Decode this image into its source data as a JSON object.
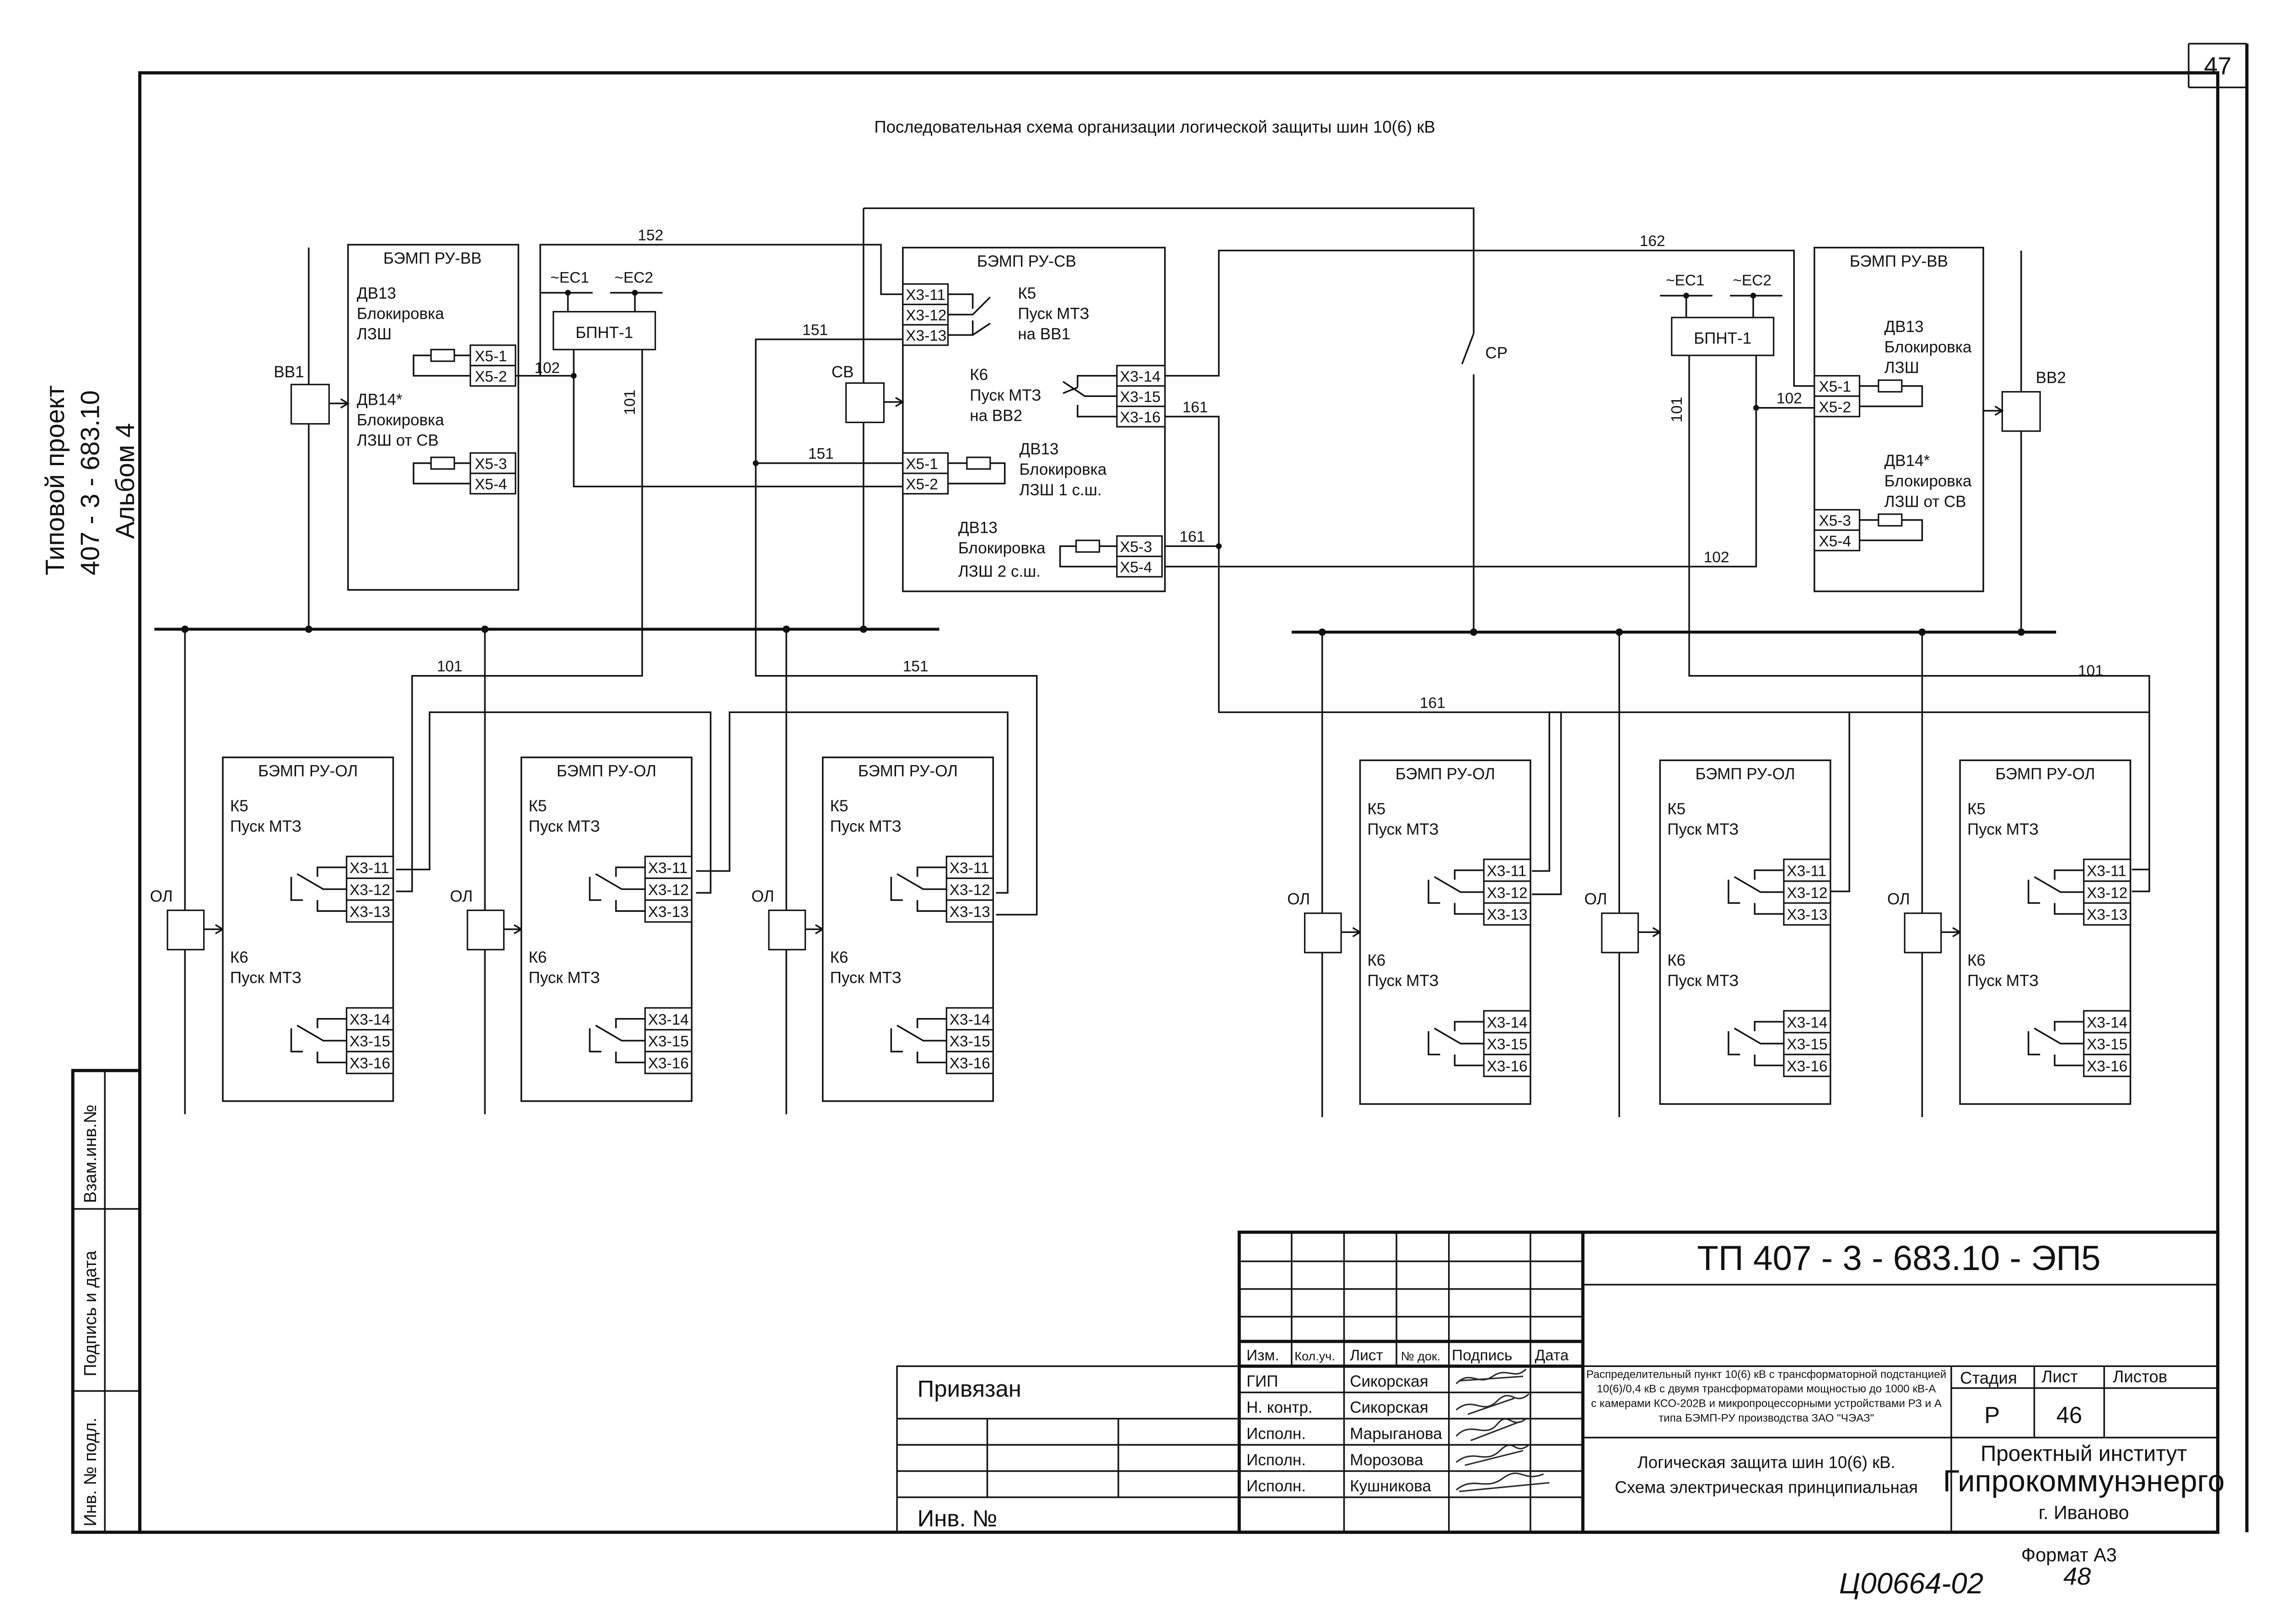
{
  "sheet_number": "47",
  "diagram_title": "Последовательная схема организации логической защиты шин 10(6) кВ",
  "side_stamp": {
    "line1": "Типовой проект",
    "line2": "407 - 3 - 683.10",
    "line3": "Альбом  4"
  },
  "vert_boxes": [
    "Взам.инв.№",
    "Подпись и дата",
    "Инв. № подл."
  ],
  "ru_vv": {
    "title": "БЭМП РУ-ВВ",
    "dv13": [
      "ДВ13",
      "Блокировка",
      "ЛЗШ"
    ],
    "dv14": [
      "ДВ14*",
      "Блокировка",
      "ЛЗШ от СВ"
    ],
    "terms": [
      "X5-1",
      "X5-2",
      "X5-3",
      "X5-4"
    ]
  },
  "ru_sv": {
    "title": "БЭМП РУ-СВ",
    "k5": [
      "К5",
      "Пуск МТЗ",
      "на ВВ1"
    ],
    "k6": [
      "К6",
      "Пуск МТЗ",
      "на ВВ2"
    ],
    "dv13a": [
      "ДВ13",
      "Блокировка",
      "ЛЗШ 1 с.ш."
    ],
    "dv13b": [
      "ДВ13",
      "Блокировка",
      "ЛЗШ 2 с.ш."
    ],
    "terms_k5": [
      "X3-11",
      "X3-12",
      "X3-13"
    ],
    "terms_k6": [
      "X3-14",
      "X3-15",
      "X3-16"
    ],
    "terms_dv_a": [
      "X5-1",
      "X5-2"
    ],
    "terms_dv_b": [
      "X5-3",
      "X5-4"
    ]
  },
  "ru_ol": {
    "title": "БЭМП РУ-ОЛ",
    "k5": [
      "К5",
      "Пуск МТЗ"
    ],
    "k6": [
      "К6",
      "Пуск МТЗ"
    ],
    "terms": [
      "X3-11",
      "X3-12",
      "X3-13",
      "X3-14",
      "X3-15",
      "X3-16"
    ]
  },
  "bpnt": {
    "label": "БПНТ-1",
    "ec1": "~ЕС1",
    "ec2": "~ЕС2"
  },
  "device_labels": {
    "vv1": "ВВ1",
    "vv2": "ВВ2",
    "sv": "СВ",
    "sr": "СР",
    "ol": "ОЛ"
  },
  "wire_numbers": {
    "n101": "101",
    "n102": "102",
    "n151": "151",
    "n152": "152",
    "n161": "161",
    "n162": "162"
  },
  "title_block": {
    "doc_code": "ТП  407 - 3 - 683.10 - ЭП5",
    "header": [
      "Изм.",
      "Кол.уч.",
      "Лист",
      "№ док.",
      "Подпись",
      "Дата"
    ],
    "roles": [
      "ГИП",
      "Н. контр.",
      "Исполн.",
      "Исполн.",
      "Исполн."
    ],
    "names": [
      "Сикорская",
      "Сикорская",
      "Марыганова",
      "Морозова",
      "Кушникова"
    ],
    "project_desc": [
      "Распределительный пункт 10(6) кВ с трансформаторной подстанцией",
      "10(6)/0,4 кВ с двумя трансформаторами мощностью до 1000 кВ-А",
      "с камерами КСО-202В и микропроцессорными устройствами РЗ и А",
      "типа БЭМП-РУ производства ЗАО \"ЧЭАЗ\""
    ],
    "sheet_name": [
      "Логическая защита шин 10(6) кВ.",
      "Схема электрическая принципиальная"
    ],
    "stage_label": "Стадия",
    "sheet_label": "Лист",
    "sheets_label": "Листов",
    "stage": "Р",
    "sheet": "46",
    "sheets": "",
    "institute_line1": "Проектный институт",
    "institute_line2": "Гипрокоммунэнерго",
    "institute_city": "г. Иваново",
    "privyazan": "Привязан",
    "inv_no": "Инв. №"
  },
  "format_label": "Формат А3",
  "handwritten_code": "Ц00664-02",
  "handwritten_number": "48"
}
